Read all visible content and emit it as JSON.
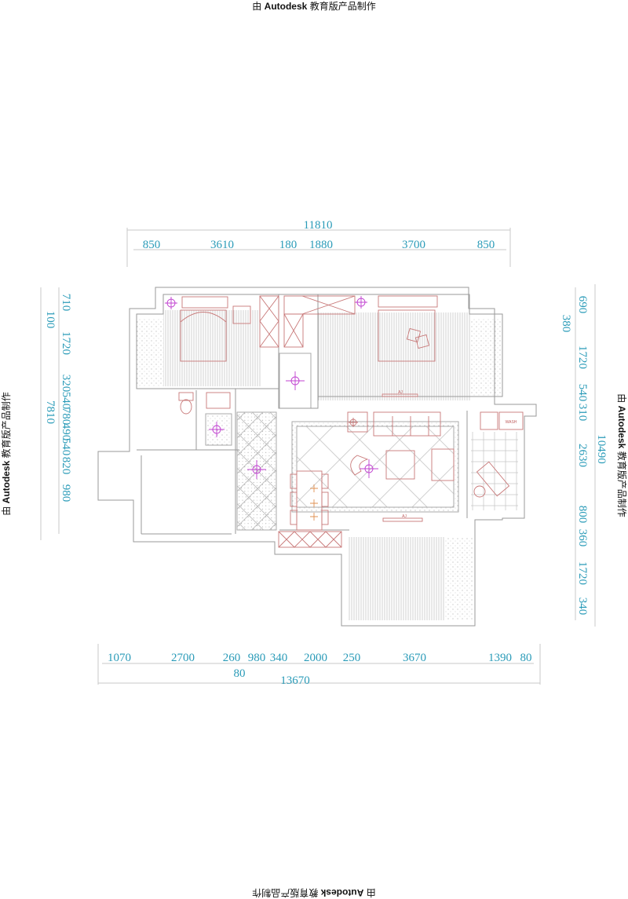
{
  "watermark": {
    "prefix": "由",
    "brand": "Autodesk",
    "suffix": "教育版产品制作"
  },
  "dimensions": {
    "top_total": "11810",
    "top": [
      "850",
      "3610",
      "180",
      "1880",
      "3700",
      "850"
    ],
    "left_outer": [
      "100",
      "7810"
    ],
    "left": [
      "710",
      "1720",
      "320",
      "540",
      "780",
      "490",
      "540",
      "820",
      "980"
    ],
    "right_total": "10490",
    "right_extra": "380",
    "right": [
      "690",
      "1720",
      "540",
      "310",
      "2630",
      "800",
      "360",
      "1720",
      "340"
    ],
    "bottom": [
      "1070",
      "2700",
      "260",
      "980",
      "340",
      "2000",
      "250",
      "3670",
      "1390",
      "80"
    ],
    "bottom_extra": "80",
    "bottom_total": "13670"
  },
  "plan_labels": {
    "tv_1": "AJ",
    "tv_2": "AJ",
    "washer": "WASH"
  },
  "colors": {
    "dimension": "#2a9bb8",
    "wall": "#9a9a9a",
    "furniture": "#c87878",
    "lamp": "#c040d0"
  }
}
